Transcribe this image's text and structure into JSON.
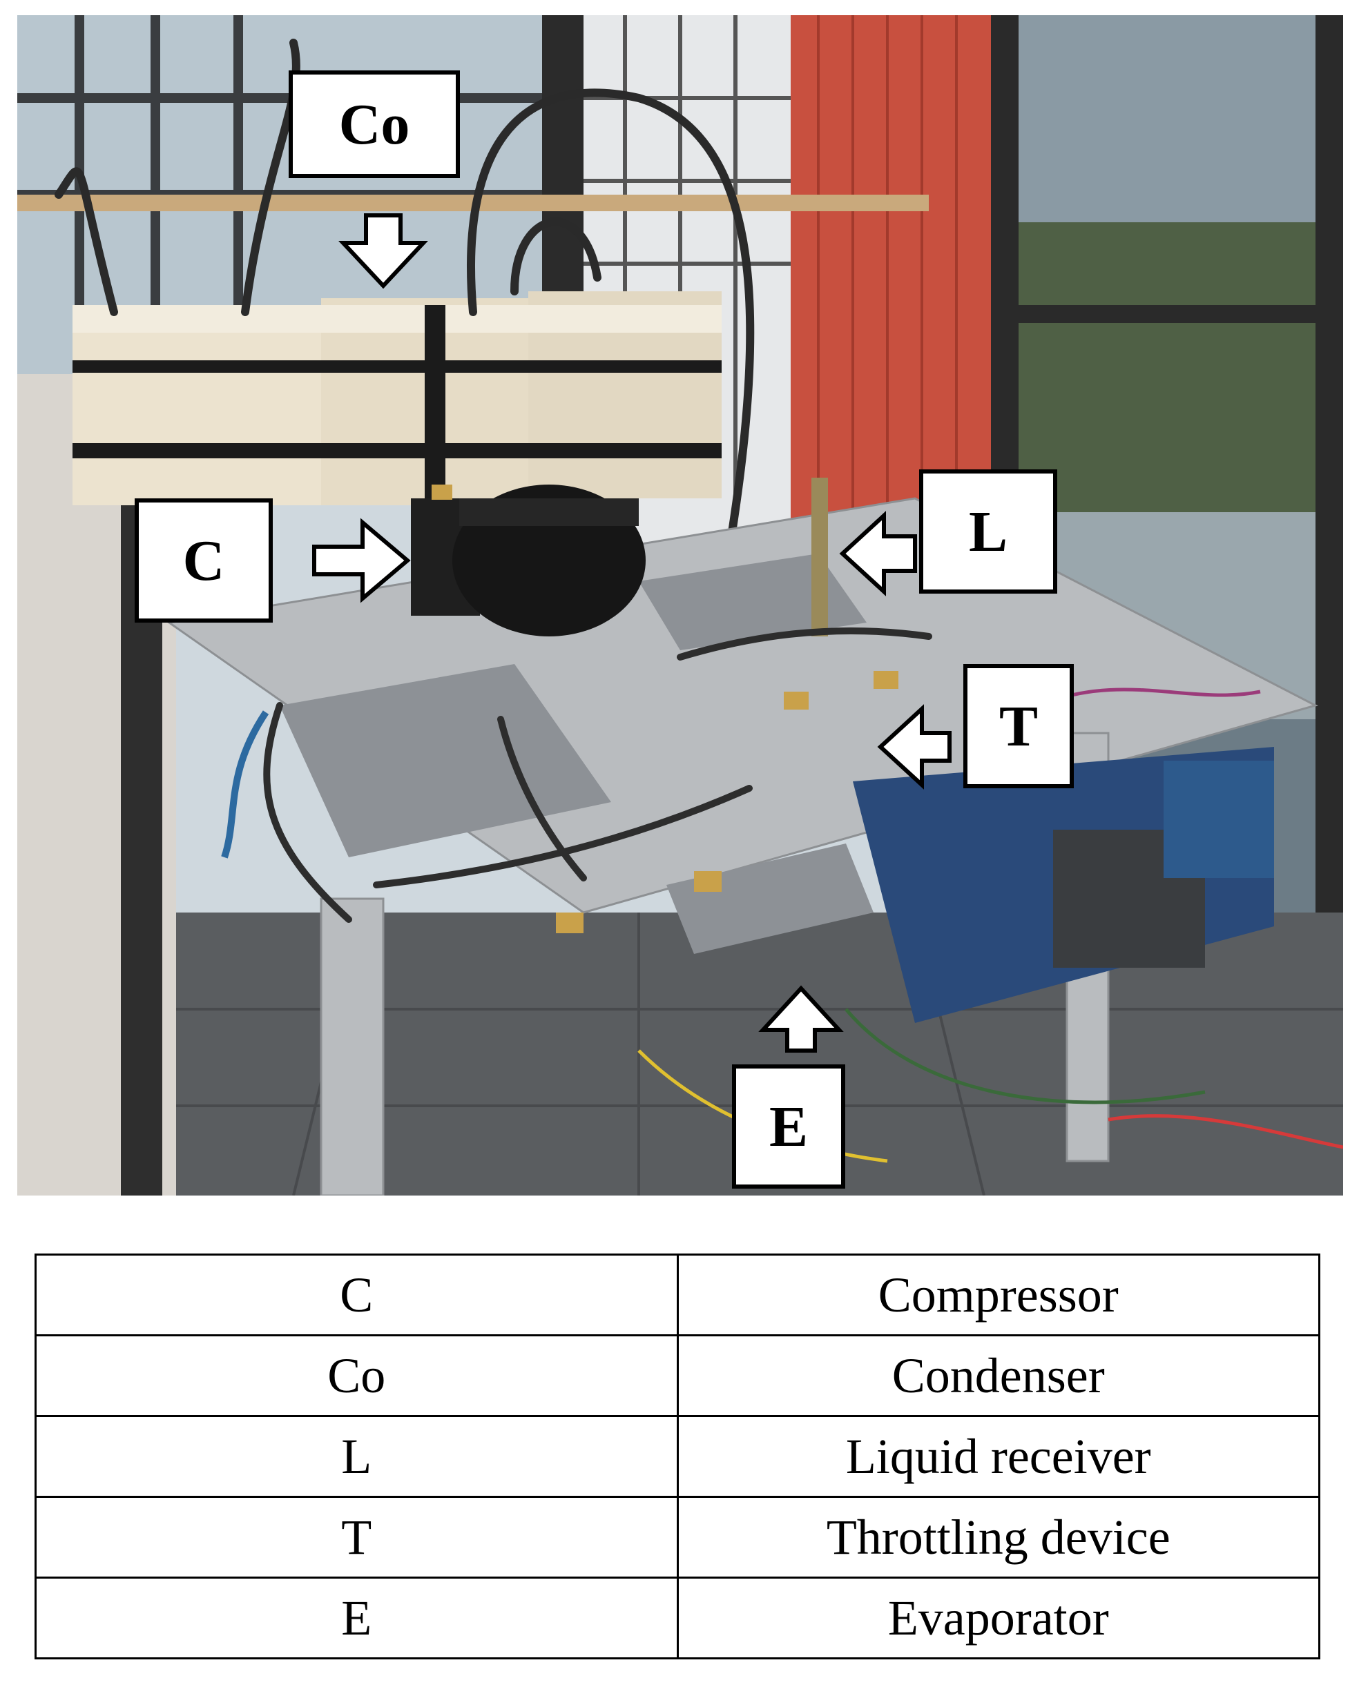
{
  "callouts": {
    "condenser": "Co",
    "compressor": "C",
    "liquid_receiver": "L",
    "throttling_device": "T",
    "evaporator": "E"
  },
  "legend": {
    "rows": [
      {
        "code": "C",
        "name": "Compressor"
      },
      {
        "code": "Co",
        "name": "Condenser"
      },
      {
        "code": "L",
        "name": "Liquid receiver"
      },
      {
        "code": "T",
        "name": "Throttling device"
      },
      {
        "code": "E",
        "name": "Evaporator"
      }
    ]
  },
  "colors": {
    "wall_red": "#c8503f",
    "frame_aluminium": "#b9bcbf",
    "condenser_box": "#ece3cf",
    "strap": "#1b1b1b",
    "window_glass": "#a9b8c2",
    "floor": "#5a5d60",
    "electrical_blue": "#2a4a7a"
  }
}
